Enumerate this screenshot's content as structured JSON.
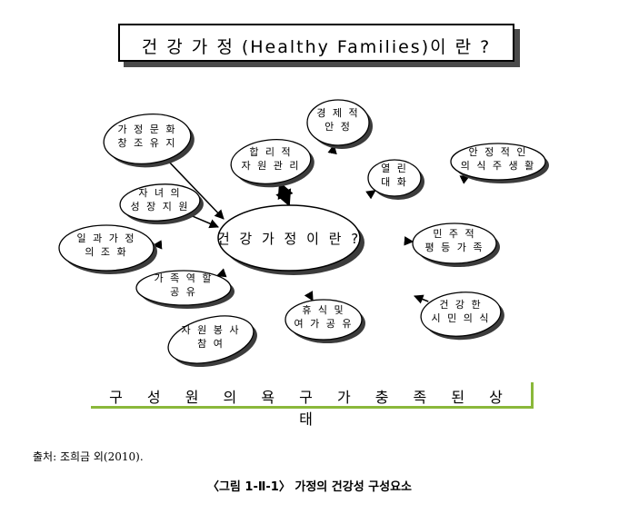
{
  "title": "건 강 가 정 (Healthy Families)이 란  ?",
  "center": "건 강 가 정 이 란 ?",
  "nodes": [
    {
      "id": "culture",
      "lines": [
        "가 정 문 화",
        "창 조  유 지"
      ]
    },
    {
      "id": "rational",
      "lines": [
        "합 리 적",
        "자 원 관 리"
      ]
    },
    {
      "id": "economic",
      "lines": [
        "경 제 적",
        "안 정"
      ]
    },
    {
      "id": "open",
      "lines": [
        "열 린",
        "대 화"
      ]
    },
    {
      "id": "housing",
      "lines": [
        "안 정 적  인",
        "의 식 주  생 활"
      ]
    },
    {
      "id": "children",
      "lines": [
        "자 녀 의",
        "성 장 지 원"
      ]
    },
    {
      "id": "worklife",
      "lines": [
        "일 과  가 정",
        "의  조  화"
      ]
    },
    {
      "id": "democratic",
      "lines": [
        "민 주 적",
        "평 등 가 족"
      ]
    },
    {
      "id": "roles",
      "lines": [
        "가 족 역 할",
        "공 유"
      ]
    },
    {
      "id": "leisure",
      "lines": [
        "휴 식  및",
        "여 가 공 유"
      ]
    },
    {
      "id": "citizen",
      "lines": [
        "건 강 한",
        "시 민 의 식"
      ]
    },
    {
      "id": "volunteer",
      "lines": [
        "자 원 봉 사",
        "참 여"
      ]
    }
  ],
  "status": "구 성 원 의  욕 구 가  충 족 된  상 태",
  "source": "출처: 조희금 외(2010).",
  "caption": "〈그림 1-Ⅱ-1〉 가정의 건강성 구성요소"
}
